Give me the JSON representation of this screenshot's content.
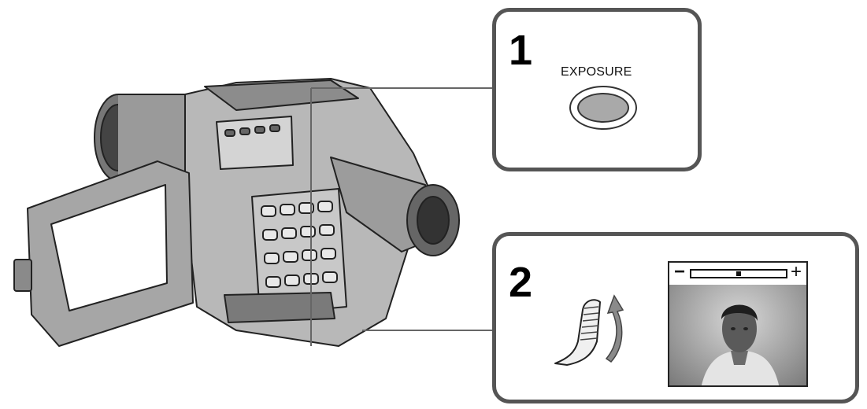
{
  "step1": {
    "number": "1",
    "button_label": "EXPOSURE"
  },
  "step2": {
    "number": "2",
    "exposure_meter": {
      "minus_symbol": "−",
      "plus_symbol": "+",
      "level": 0.5
    }
  }
}
